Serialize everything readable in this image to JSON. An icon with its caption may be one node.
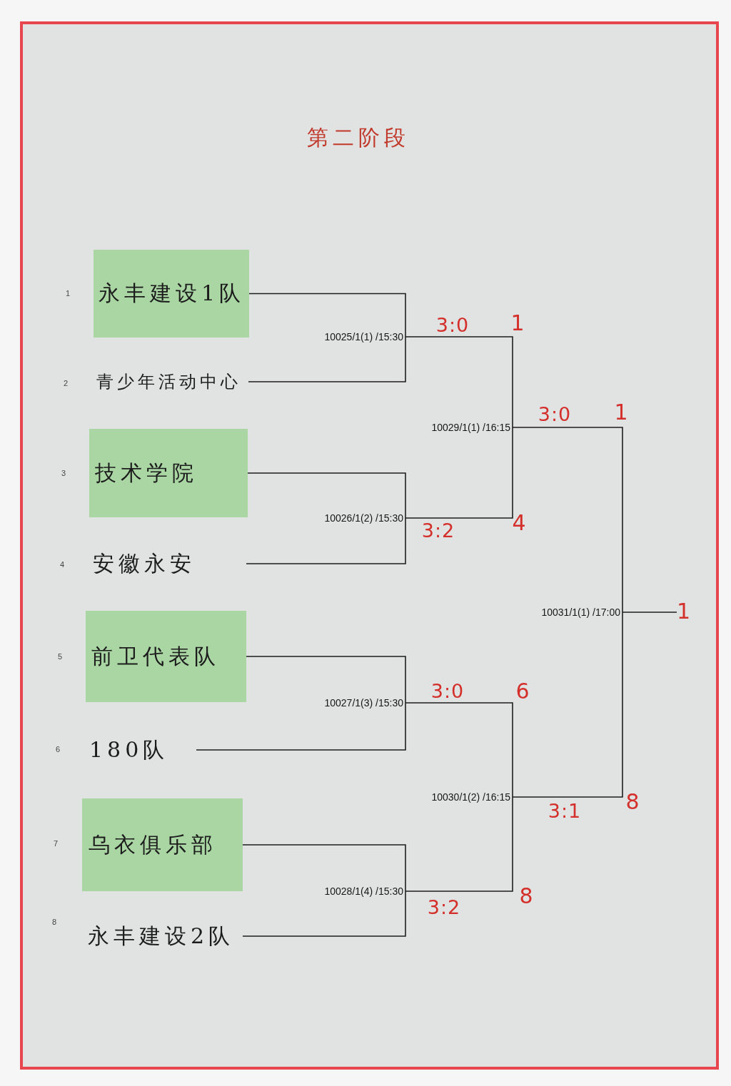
{
  "diagram": {
    "title": "第二阶段",
    "nodes": [
      {
        "text": [
          "永丰建设1队"
        ],
        "beside": [
          "1"
        ]
      },
      {
        "text": [
          "青少年活动中心"
        ],
        "beside": [
          "2"
        ]
      },
      {
        "text": [
          "技术学院"
        ],
        "beside": [
          "3"
        ]
      },
      {
        "text": [
          "安徽永安"
        ],
        "beside": [
          "4"
        ]
      },
      {
        "text": [
          "前卫代表队"
        ],
        "beside": [
          "5"
        ]
      },
      {
        "text": [
          "180队"
        ],
        "beside": [
          "6"
        ]
      },
      {
        "text": [
          "乌衣俱乐部"
        ],
        "beside": [
          "7"
        ]
      },
      {
        "text": [
          "永丰建设2队"
        ],
        "beside": [
          "8"
        ]
      },
      {
        "text": [
          "10025/1(1) /15:30"
        ]
      },
      {
        "text": [
          "10026/1(2) /15:30"
        ]
      },
      {
        "text": [
          "10027/1(3) /15:30"
        ]
      },
      {
        "text": [
          "10028/1(4) /15:30"
        ]
      },
      {
        "text": [
          "10029/1(1) /16:15"
        ]
      },
      {
        "text": [
          "10030/1(2) /16:15"
        ]
      },
      {
        "text": [
          "10031/1(1) /17:00"
        ]
      },
      {
        "text": [
          "1"
        ]
      }
    ],
    "edges": [
      {
        "from": 0,
        "to": 8,
        "arrow": "none"
      },
      {
        "from": 1,
        "to": 8,
        "arrow": "none"
      },
      {
        "from": 2,
        "to": 9,
        "arrow": "none"
      },
      {
        "from": 3,
        "to": 9,
        "arrow": "none"
      },
      {
        "from": 4,
        "to": 10,
        "arrow": "none"
      },
      {
        "from": 5,
        "to": 10,
        "arrow": "none"
      },
      {
        "from": 6,
        "to": 11,
        "arrow": "none"
      },
      {
        "from": 7,
        "to": 11,
        "arrow": "none"
      },
      {
        "from": 8,
        "to": 12,
        "arrow": "none",
        "label": "3:0"
      },
      {
        "from": 9,
        "to": 12,
        "arrow": "none",
        "label": "3:2"
      },
      {
        "from": 10,
        "to": 13,
        "arrow": "none",
        "label": "3:0"
      },
      {
        "from": 11,
        "to": 13,
        "arrow": "none",
        "label": "3:2"
      },
      {
        "from": 12,
        "to": 14,
        "arrow": "none",
        "label": "3:0"
      },
      {
        "from": 13,
        "to": 14,
        "arrow": "none",
        "label": "3:1"
      },
      {
        "from": 14,
        "to": 15,
        "arrow": "none"
      }
    ],
    "labels": [
      "1",
      "1",
      "4",
      "6",
      "8",
      "8"
    ]
  }
}
